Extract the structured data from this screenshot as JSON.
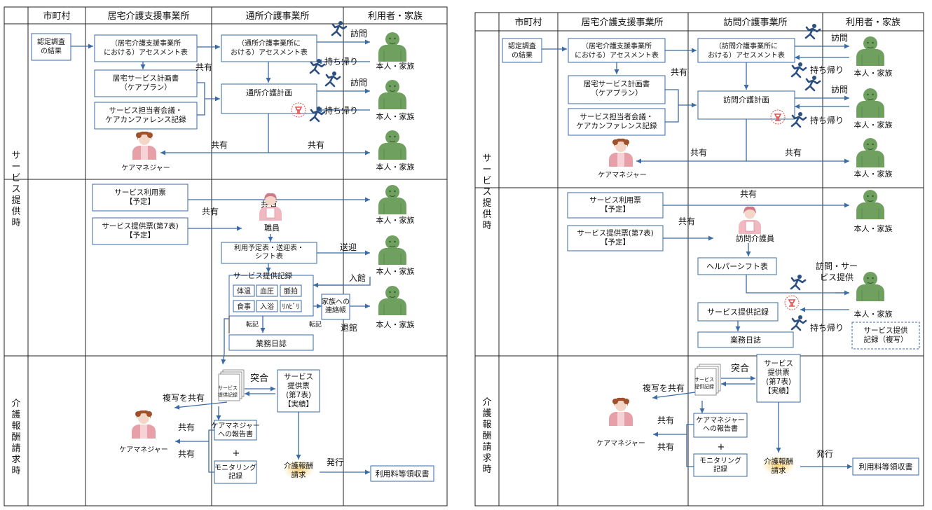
{
  "colors": {
    "line": "#222222",
    "arrow": "#3a6aa8",
    "user_icon": "#6fa060",
    "manager_icon": "#e8a0a8",
    "staff_icon": "#f0b8c0",
    "runner_icon": "#2c4e80",
    "stamp": "#e05050",
    "highlight": "#f5c542"
  },
  "icons": {
    "user": "user-family-icon",
    "manager": "care-manager-icon",
    "staff": "staff-icon",
    "runner": "running-person-icon",
    "stamp": "stamp-icon",
    "docs": "document-stack-icon"
  },
  "left": {
    "headers": {
      "city": "市町村",
      "kyotaku": "居宅介護支援事業所",
      "service": "通所介護事業所",
      "user": "利用者・家族"
    },
    "rows": {
      "service_time": "サービス提供時",
      "billing_time": "介護報酬請求時"
    },
    "city_box": [
      "認定調査",
      "の結果"
    ],
    "assessment_kyotaku": [
      "（居宅介護支援事業所",
      "における）アセスメント表"
    ],
    "care_plan": [
      "居宅サービス計画書",
      "（ケアプラン）"
    ],
    "conference": [
      "サービス担当者会議・",
      "ケアカンファレンス記録"
    ],
    "assessment_service": [
      "（通所介護事業所に",
      "おける）アセスメント表"
    ],
    "service_plan": "通所介護計画",
    "care_manager": "ケアマネジャー",
    "user_family": "本人・家族",
    "visit": "訪問",
    "take_back": "持ち帰り",
    "share": "共有",
    "usage_ticket": [
      "サービス利用票",
      "【予定】"
    ],
    "provision_ticket": [
      "サービス提供票(第7表)",
      "【予定】"
    ],
    "staff": "職員",
    "schedule": [
      "利用予定表・送迎表・",
      "シフト表"
    ],
    "pickup": "送迎",
    "enter": "入館",
    "exit": "退館",
    "record_title": "サービス提供記録",
    "record_items": [
      "体温",
      "血圧",
      "脈拍",
      "食事",
      "入浴",
      "ﾘﾊﾋﾞﾘ"
    ],
    "transcribe": "転記",
    "contact_book": [
      "家族への",
      "連絡帳"
    ],
    "daily_log": "業務日誌",
    "doc_label": [
      "サービス",
      "提供記録"
    ],
    "match": "突合",
    "provision_result": [
      "サービス",
      "提供票",
      "(第7表)",
      "【実績】"
    ],
    "copy_share": "複写を共有",
    "report": [
      "ケアマネジャー",
      "への報告書"
    ],
    "plus": "+",
    "monitoring": [
      "モニタリング",
      "記録"
    ],
    "billing": [
      "介護報酬",
      "請求"
    ],
    "issue": "発行",
    "receipt": "利用料等領収書"
  },
  "right": {
    "headers": {
      "city": "市町村",
      "kyotaku": "居宅介護支援事業所",
      "service": "訪問介護事業所",
      "user": "利用者・家族"
    },
    "rows": {
      "service_time": "サービス提供時",
      "billing_time": "介護報酬請求時"
    },
    "city_box": [
      "認定調査",
      "の結果"
    ],
    "assessment_kyotaku": [
      "（居宅介護支援事業所",
      "における）アセスメント表"
    ],
    "care_plan": [
      "居宅サービス計画書",
      "（ケアプラン）"
    ],
    "conference": [
      "サービス担当者会議・",
      "ケアカンファレンス記録"
    ],
    "assessment_service": [
      "（訪問介護事業所に",
      "おける）アセスメント表"
    ],
    "service_plan": "訪問介護計画",
    "care_manager": "ケアマネジャー",
    "user_family": "本人・家族",
    "visit": "訪問",
    "take_back": "持ち帰り",
    "share": "共有",
    "usage_ticket": [
      "サービス利用票",
      "【予定】"
    ],
    "provision_ticket": [
      "サービス提供票(第7表)",
      "【予定】"
    ],
    "staff": "訪問介護員",
    "helper_shift": "ヘルパーシフト表",
    "visit_service": [
      "訪問・サー",
      "ビス提供"
    ],
    "record": "サービス提供記録",
    "record_copy": [
      "サービス提供",
      "記録（複写）"
    ],
    "daily_log": "業務日誌",
    "doc_label": [
      "サービス",
      "提供記録"
    ],
    "match": "突合",
    "provision_result": [
      "サービス",
      "提供票",
      "(第7表)",
      "【実績】"
    ],
    "copy_share": "複写を共有",
    "report": [
      "ケアマネジャー",
      "への報告書"
    ],
    "plus": "+",
    "monitoring": [
      "モニタリング",
      "記録"
    ],
    "billing": [
      "介護報酬",
      "請求"
    ],
    "issue": "発行",
    "receipt": "利用料等領収書"
  }
}
